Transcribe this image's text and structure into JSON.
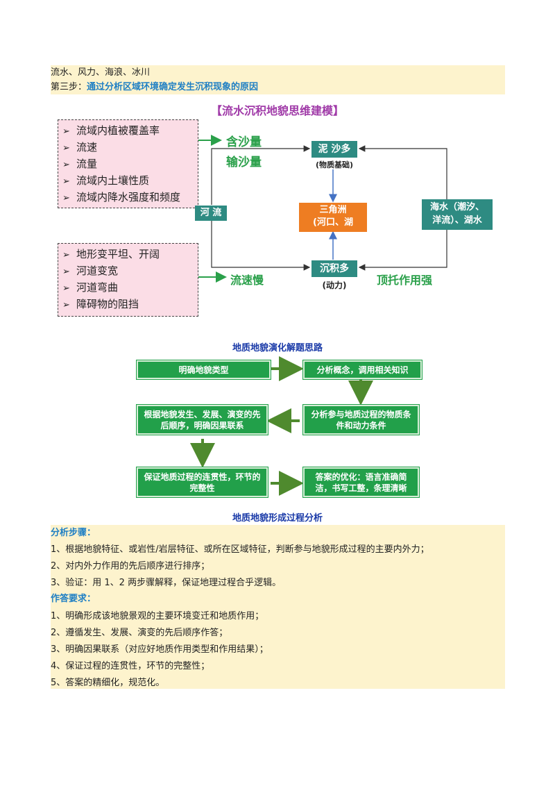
{
  "top": {
    "line1": "流水、风力、海浪、冰川",
    "step3_label": "第三步：",
    "step3_text": "通过分析区域环境确定发生沉积现象的原因"
  },
  "model": {
    "title": "【流水沉积地貌思维建模】",
    "upper_factors": [
      "流域内植被覆盖率",
      "流速",
      "流量",
      "流域内土壤性质",
      "流域内降水强度和频度"
    ],
    "lower_factors": [
      "地形变平坦、开阔",
      "河道变宽",
      "河道弯曲",
      "障碍物的阻挡"
    ],
    "bullet": "➢",
    "han_sha_liang": "含沙量",
    "shu_sha_liang": "输沙量",
    "ni_sha_duo": "泥 沙多",
    "wu_zhi_ji_chu": "(物质基础)",
    "river": "河 流",
    "delta_line1": "三角洲",
    "delta_line2": "(河口、湖",
    "seawater_line1": "海水（潮汐、",
    "seawater_line2": "洋流）、湖水",
    "chen_ji_duo": "沉积多",
    "dong_li": "(动力)",
    "liu_su_man": "流速慢",
    "ding_tuo": "顶托作用强"
  },
  "flow": {
    "title": "地质地貌演化解题思路",
    "box1": "明确地貌类型",
    "box2": "分析概念，调用相关知识",
    "box3": "分析参与地质过程的物质条件和动力条件",
    "box4": "根据地貌发生、发展、演变的先后顺序，明确因果联系",
    "box5": "保证地质过程的连贯性，环节的完整性",
    "box6": "答案的优化：语言准确简洁，书写工整，条理清晰"
  },
  "analysis": {
    "title": "地质地貌形成过程分析",
    "steps_heading": "分析步骤：",
    "steps": [
      "1、根据地貌特征、或岩性/岩层特征、或所在区域特征，判断参与地貌形成过程的主要内外力；",
      "2、对内外力作用的先后顺序进行排序；",
      "3、验证：用 1、2 两步骤解释，保证地理过程合乎逻辑。"
    ],
    "req_heading": "作答要求：",
    "reqs": [
      "1、明确形成该地貌景观的主要环境变迁和地质作用；",
      "2、遵循发生、发展、演变的先后顺序作答；",
      "3、明确因果联系（对应好地质作用类型和作用结果）；",
      "4、保证过程的连贯性，环节的完整性；",
      "5、答案的精细化，规范化。"
    ]
  },
  "colors": {
    "band": "#fdf3cd",
    "blue_heading": "#1f7fc4",
    "pink_box": "#fbdde6",
    "teal": "#2e8b82",
    "orange": "#ee7d22",
    "green_text": "#2aa04a",
    "green_box": "#22a04a",
    "title_purple": "#a03aa8",
    "title_blue": "#1a3aa8",
    "arrow_blue": "#4472c4"
  }
}
